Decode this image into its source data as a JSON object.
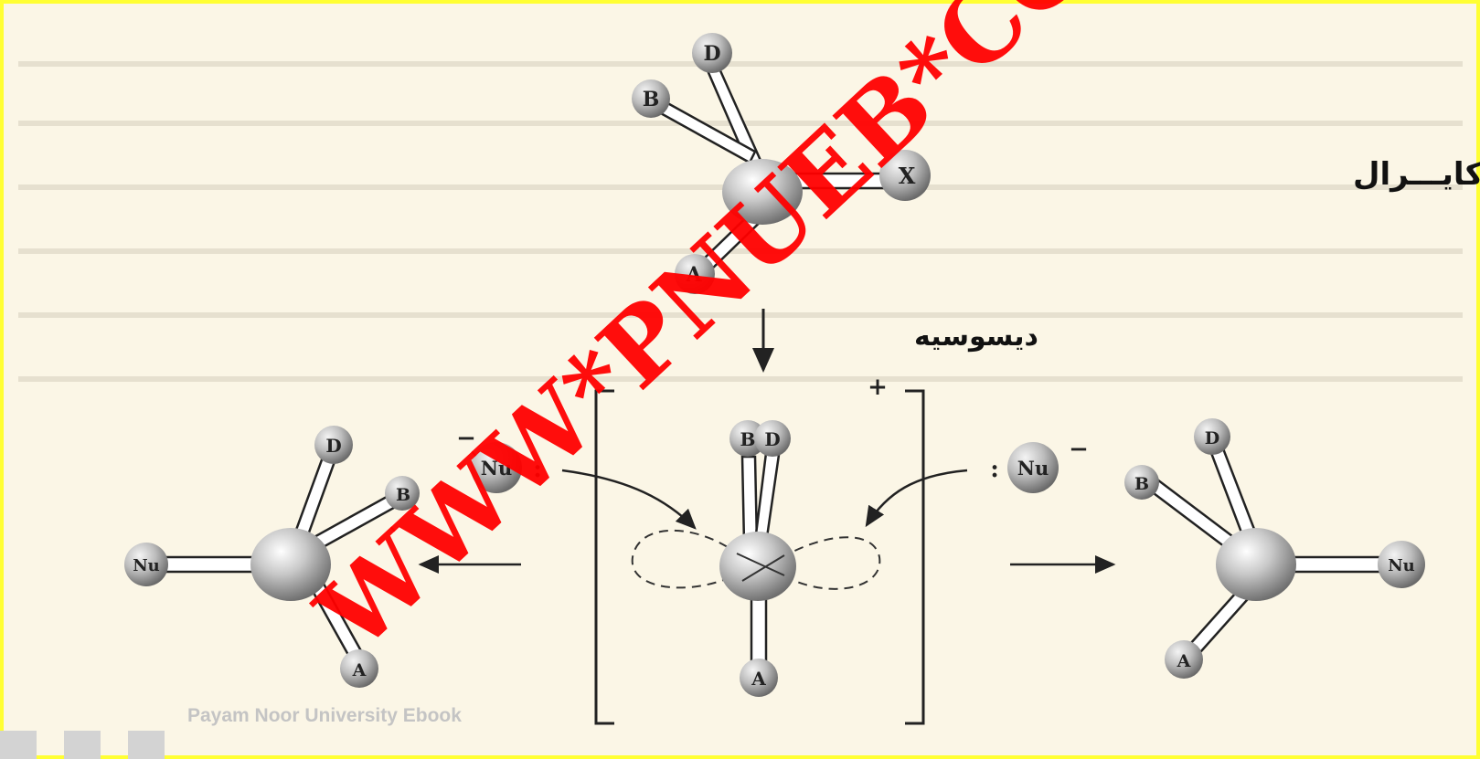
{
  "labels": {
    "substrate": "سوبسترای کایـــرال",
    "dissociate": "دیسوسیه",
    "plus": "+",
    "minus": "−",
    "colon": ":",
    "d": "D",
    "b": "B",
    "a": "A",
    "x": "X",
    "nu": "Nu"
  },
  "watermark": "WWW*PNUEB*COM",
  "footer_text": "Payam Noor University Ebook",
  "colors": {
    "page_bg": "#fbf6e6",
    "frame": "#ffff33",
    "watermark": "#ff0000",
    "atom": "#a8a8a8",
    "footer": "#c4c4c4"
  }
}
